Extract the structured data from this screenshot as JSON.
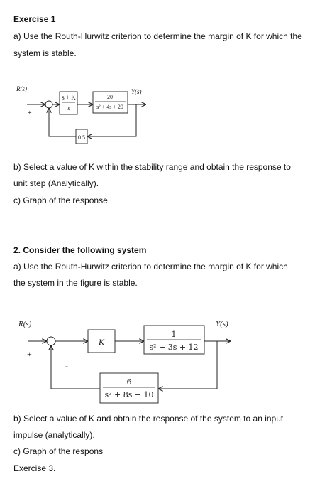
{
  "ex1": {
    "title": "Exercise 1",
    "a1": "a) Use the Routh-Hurwitz criterion to determine the margin of K for which the",
    "a2": "system is stable.",
    "diagram": {
      "input": "R(s)",
      "output": "Y(s)",
      "plus": "+",
      "minus": "-",
      "block1_num": "s + K",
      "block1_den": "s",
      "block2_num": "20",
      "block2_den": "s² + 4s + 20",
      "feedback": "0.5"
    },
    "b1": "b) Select a value of K within the stability range and obtain the response to",
    "b2": "unit step (Analytically).",
    "c": "c) Graph of the response"
  },
  "ex2": {
    "title": "2. Consider the following system",
    "a1": "a) Use the Routh-Hurwitz criterion to determine the margin of K for which",
    "a2": "the system in the figure is stable.",
    "diagram": {
      "input": "R(s)",
      "output": "Y(s)",
      "plus": "+",
      "minus": "-",
      "block1": "K",
      "block2_num": "1",
      "block2_den": "s² + 3s + 12",
      "feedback_num": "6",
      "feedback_den": "s² + 8s + 10"
    },
    "b1": "b) Select a value of K and obtain the response of the system to an input",
    "b2": "impulse (analytically).",
    "c": "c) Graph of the respons"
  },
  "ex3": {
    "title": "Exercise 3."
  }
}
